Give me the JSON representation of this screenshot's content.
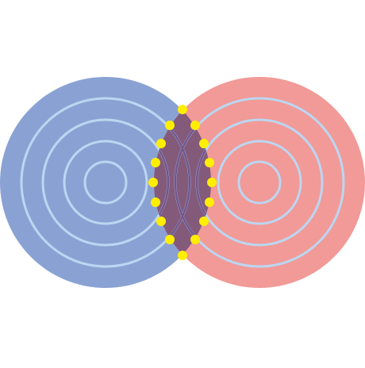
{
  "diagram": {
    "type": "venn-interference",
    "colors": {
      "background": "#ffffff",
      "left_fill": "#8aa2d3",
      "right_fill": "#f19a97",
      "overlap_fill": "#845a7b",
      "ring_stroke": "#bcd6f2",
      "overlap_ring_stroke": "#6f578f",
      "marker_fill": "#ffee00"
    },
    "circles": [
      {
        "name": "left",
        "rings": 4
      },
      {
        "name": "right",
        "rings": 4
      }
    ],
    "intersection_markers": 16
  }
}
